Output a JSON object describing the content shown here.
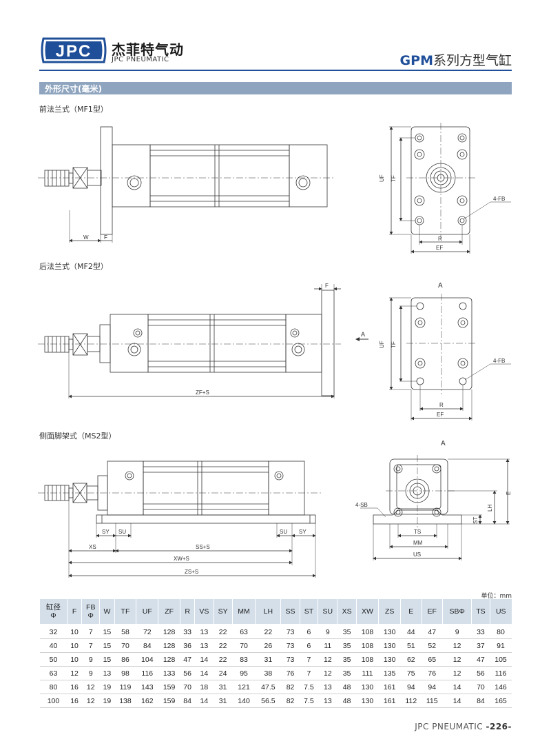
{
  "header": {
    "logo_text": "JPC",
    "brand_cn": "杰菲特气动",
    "brand_en": "JPC PNEUMATIC",
    "series_code": "GPM",
    "series_name": "系列方型气缸"
  },
  "section_title": "外形尺寸(毫米)",
  "diagrams": {
    "mf1": {
      "caption": "前法兰式（MF1型）",
      "dims": {
        "w": "W",
        "f": "F",
        "uf": "UF",
        "tf": "TF",
        "fb": "4-FB",
        "r": "R",
        "ef": "EF"
      }
    },
    "mf2": {
      "caption": "后法兰式（MF2型）",
      "dims": {
        "f": "F",
        "zfs": "ZF+S",
        "a_arrow": "A",
        "a_view": "A",
        "uf": "UF",
        "tf": "TF",
        "fb": "4-FB",
        "r": "R",
        "ef": "EF"
      }
    },
    "ms2": {
      "caption": "侧面脚架式（MS2型）",
      "dims": {
        "sy1": "SY",
        "su1": "SU",
        "su2": "SU",
        "sy2": "SY",
        "xs": "XS",
        "sss": "SS+S",
        "xws": "XW+S",
        "zss": "ZS+S",
        "a_view": "A",
        "sb": "4-SB",
        "lh": "LH",
        "st": "ST",
        "e": "E",
        "ts": "TS",
        "mm": "MM",
        "us": "US"
      }
    }
  },
  "table": {
    "unit": "单位：mm",
    "headers": [
      "缸径\nΦ",
      "F",
      "FB\nΦ",
      "W",
      "TF",
      "UF",
      "ZF",
      "R",
      "VS",
      "SY",
      "MM",
      "LH",
      "SS",
      "ST",
      "SU",
      "XS",
      "XW",
      "ZS",
      "E",
      "EF",
      "SBΦ",
      "TS",
      "US"
    ],
    "rows": [
      [
        "32",
        "10",
        "7",
        "15",
        "58",
        "72",
        "128",
        "33",
        "13",
        "22",
        "63",
        "22",
        "73",
        "6",
        "9",
        "35",
        "108",
        "130",
        "44",
        "47",
        "9",
        "33",
        "80"
      ],
      [
        "40",
        "10",
        "7",
        "15",
        "70",
        "84",
        "128",
        "36",
        "13",
        "22",
        "70",
        "26",
        "73",
        "6",
        "11",
        "35",
        "108",
        "130",
        "51",
        "52",
        "12",
        "37",
        "91"
      ],
      [
        "50",
        "10",
        "9",
        "15",
        "86",
        "104",
        "128",
        "47",
        "14",
        "22",
        "83",
        "31",
        "73",
        "7",
        "12",
        "35",
        "108",
        "130",
        "62",
        "65",
        "12",
        "47",
        "105"
      ],
      [
        "63",
        "12",
        "9",
        "13",
        "98",
        "116",
        "133",
        "56",
        "14",
        "24",
        "95",
        "38",
        "76",
        "7",
        "12",
        "35",
        "111",
        "135",
        "75",
        "76",
        "12",
        "56",
        "116"
      ],
      [
        "80",
        "16",
        "12",
        "19",
        "119",
        "143",
        "159",
        "70",
        "18",
        "31",
        "121",
        "47.5",
        "82",
        "7.5",
        "13",
        "48",
        "130",
        "161",
        "94",
        "94",
        "14",
        "70",
        "146"
      ],
      [
        "100",
        "16",
        "12",
        "19",
        "138",
        "162",
        "159",
        "84",
        "14",
        "31",
        "140",
        "56.5",
        "82",
        "7.5",
        "13",
        "48",
        "130",
        "161",
        "112",
        "115",
        "14",
        "84",
        "165"
      ]
    ]
  },
  "footer": {
    "brand": "JPC PNEUMATIC",
    "page": "-226-"
  },
  "colors": {
    "brand_blue": "#1f4f99",
    "section_bar": "#8fa5bf",
    "table_header": "#d4dfea"
  }
}
